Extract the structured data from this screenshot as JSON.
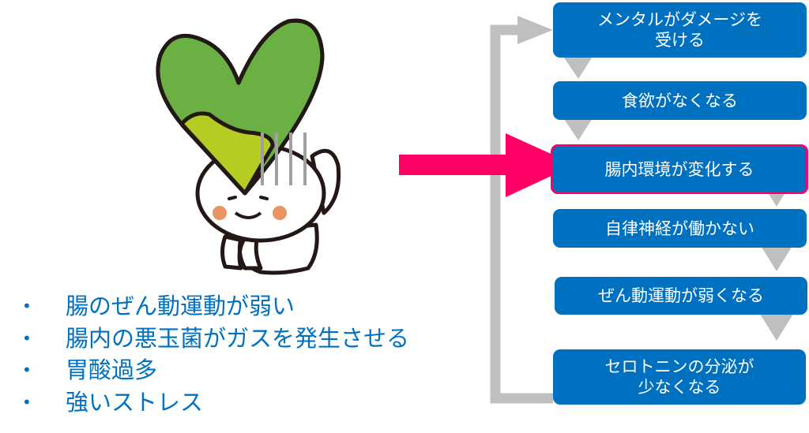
{
  "flow": {
    "steps": [
      {
        "line1": "メンタルがダメージを",
        "line2": "受ける"
      },
      {
        "line1": "食欲がなくなる"
      },
      {
        "line1": "腸内環境が変化する"
      },
      {
        "line1": "自律神経が働かない"
      },
      {
        "line1": "ぜん動運動が弱くなる"
      },
      {
        "line1": "セロトニンの分泌が",
        "line2": "少なくなる"
      }
    ],
    "highlight_step": 3
  },
  "causes": {
    "bullet": "•",
    "items": [
      "腸のぜん動運動が弱い",
      "腸内の悪玉菌がガスを発生させる",
      "胃酸過多",
      "強いストレス"
    ]
  },
  "colors": {
    "box": "#0070c0",
    "accent": "#ff0066",
    "connector": "#bfbfbf",
    "heart": "#6ab042",
    "heart_light": "#b5cc22"
  }
}
